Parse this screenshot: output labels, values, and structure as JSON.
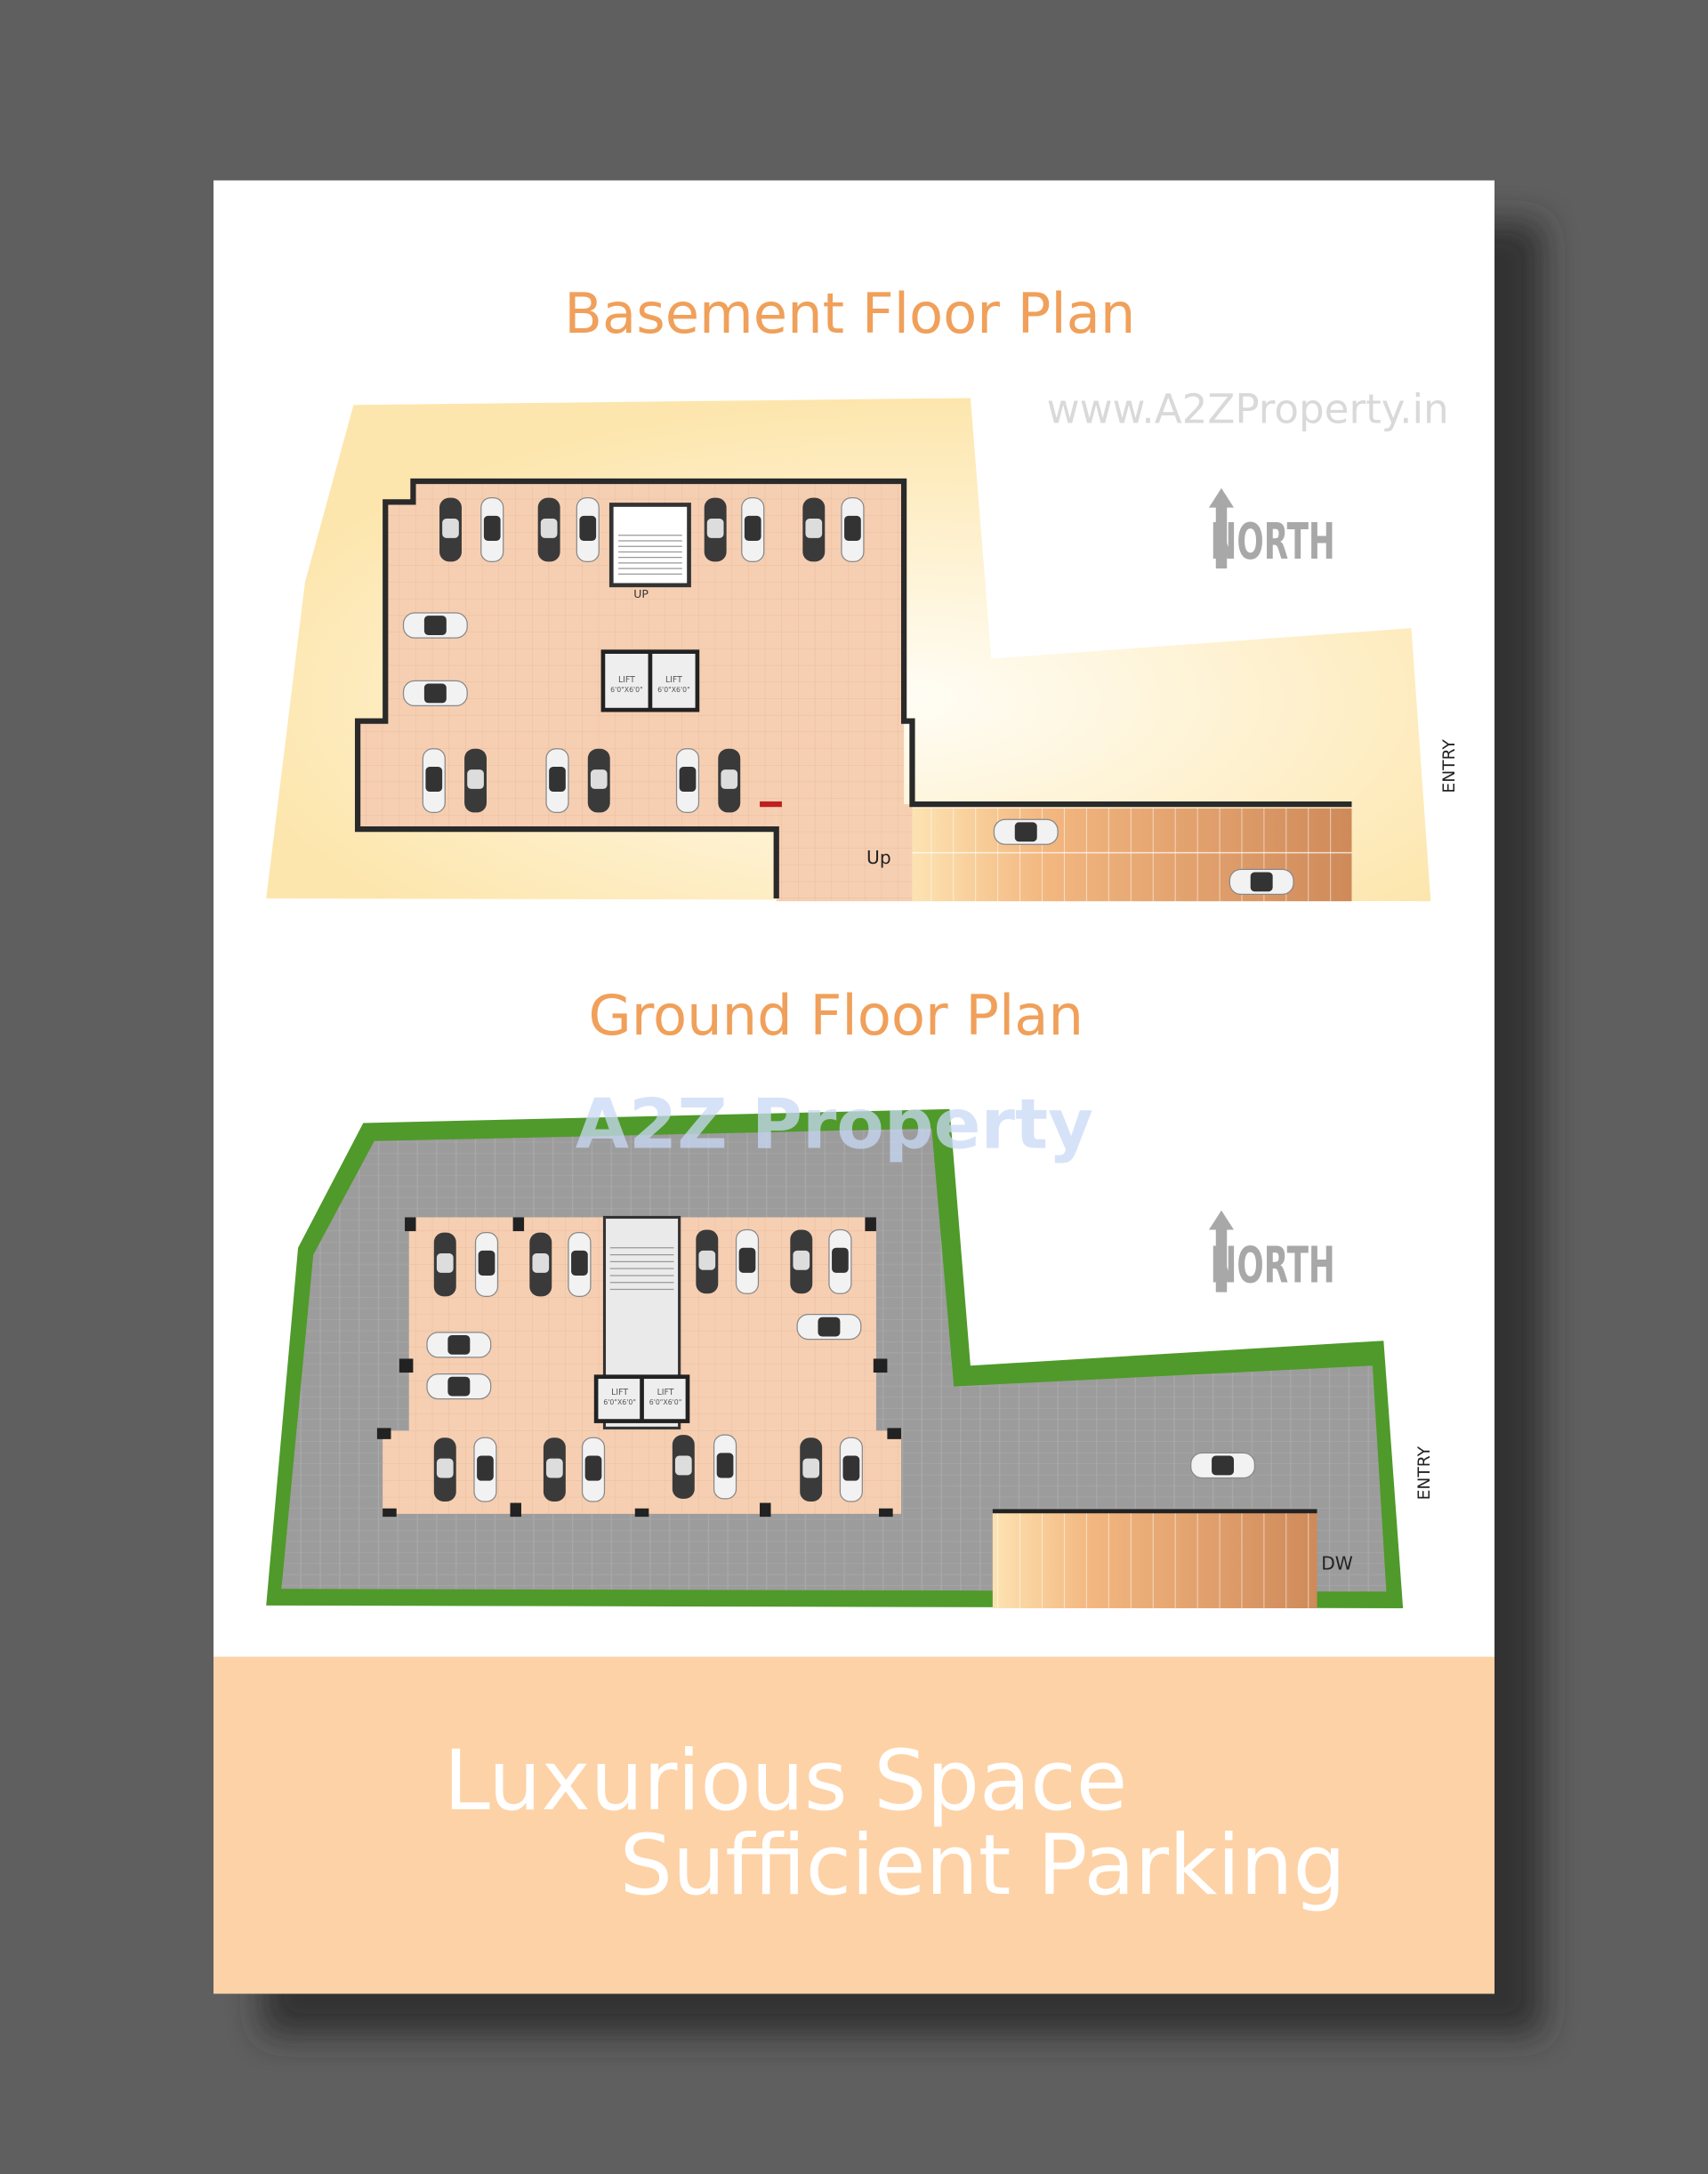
{
  "basement": {
    "title": "Basement Floor Plan",
    "stair_label": "UP",
    "lift_labels": [
      "LIFT",
      "6'0\"X6'0\"",
      "LIFT",
      "6'0\"X6'0\""
    ],
    "ramp_label": "Up",
    "entry_label": "ENTRY",
    "north_label": "NORTH"
  },
  "ground": {
    "title": "Ground Floor Plan",
    "lift_labels": [
      "LIFT",
      "6'0\"X6'0\"",
      "LIFT",
      "6'0\"X6'0\""
    ],
    "driveway_label": "DW",
    "entry_label": "ENTRY",
    "north_label": "NORTH"
  },
  "watermarks": {
    "url": "www.A2ZProperty.in",
    "logo": "A2Z Property"
  },
  "banner": {
    "line1": "Luxurious Space",
    "line2": "Sufficient Parking"
  },
  "colors": {
    "title": "#f0a05a",
    "banner": "#fdd2a6",
    "floor": "#f6cfb0",
    "site": "#fde8b0",
    "paving": "#9a9a9a",
    "greenery": "#4f9a2a"
  }
}
